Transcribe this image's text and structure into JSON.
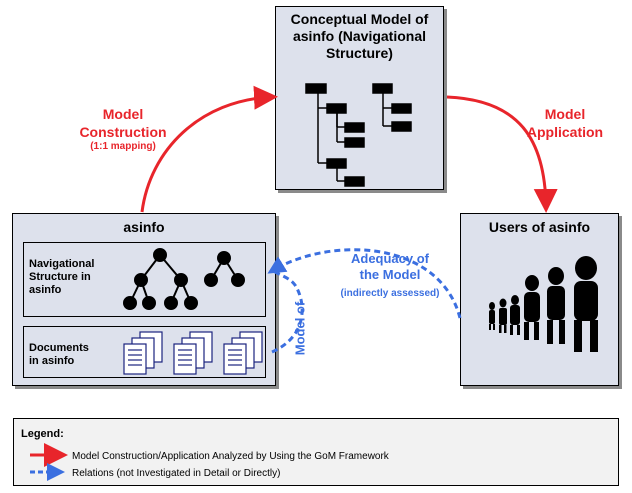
{
  "nodes": {
    "conceptual_model": {
      "title": "Conceptual Model of asinfo (Navigational Structure)"
    },
    "asinfo": {
      "title": "asinfo",
      "navigational": "Navigational Structure in asinfo",
      "documents": "Documents in asinfo"
    },
    "users": {
      "title": "Users of asinfo"
    }
  },
  "edges": {
    "model_construction": {
      "label": "Model Construction",
      "note": "(1:1 mapping)",
      "color": "#e8252b"
    },
    "model_application": {
      "label": "Model Application",
      "color": "#e8252b"
    },
    "adequacy": {
      "label": "Adequacy of the Model",
      "note": "(indirectly assessed)",
      "color": "#3b6fe0"
    },
    "model_of": {
      "label": "Model of",
      "color": "#3b6fe0"
    }
  },
  "legend": {
    "title": "Legend:",
    "items": [
      {
        "label": "Model Construction/Application Analyzed by Using the GoM Framework",
        "style": "solid",
        "color": "#e8252b"
      },
      {
        "label": "Relations (not Investigated in Detail or Directly)",
        "style": "dashed",
        "color": "#3b6fe0"
      }
    ]
  }
}
